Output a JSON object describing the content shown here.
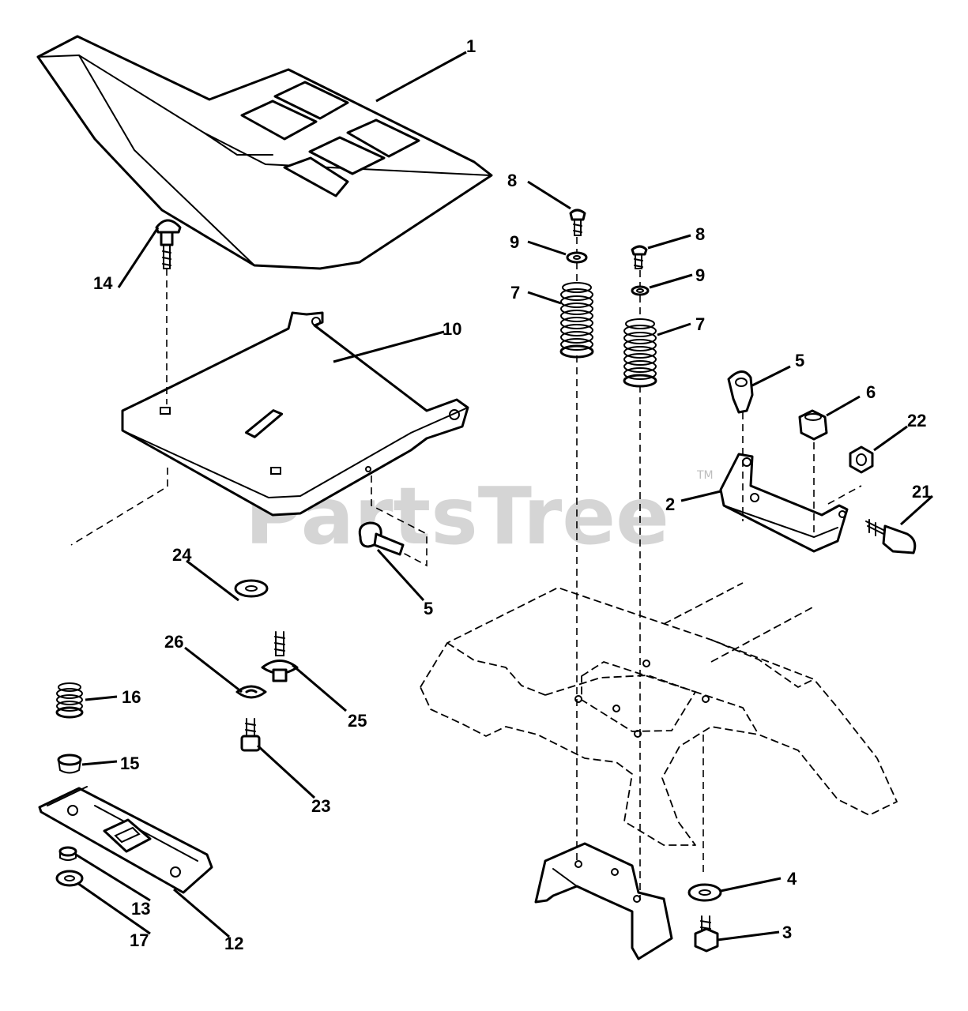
{
  "watermark": {
    "text": "PartsTree",
    "trademark": "TM"
  },
  "callouts": {
    "c1": "1",
    "c2": "2",
    "c3": "3",
    "c4": "4",
    "c5a": "5",
    "c5b": "5",
    "c6": "6",
    "c7a": "7",
    "c7b": "7",
    "c8a": "8",
    "c8b": "8",
    "c9a": "9",
    "c9b": "9",
    "c10": "10",
    "c12": "12",
    "c13": "13",
    "c14": "14",
    "c15": "15",
    "c16": "16",
    "c17": "17",
    "c21": "21",
    "c22": "22",
    "c23": "23",
    "c24": "24",
    "c25": "25",
    "c26": "26"
  }
}
